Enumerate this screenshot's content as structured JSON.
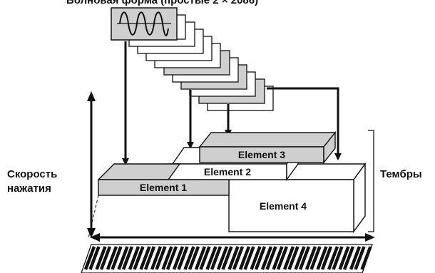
{
  "diagram": {
    "waveform_title": "Волновая форма (простые 2 × 2086)",
    "velocity_label_line1": "Скорость",
    "velocity_label_line2": "нажатия",
    "voices_label": "Тембры",
    "elements": {
      "e1": "Element 1",
      "e2": "Element 2",
      "e3": "Element 3",
      "e4": "Element 4"
    },
    "icons": [
      "sine-wave-icon",
      "keyboard-icon"
    ],
    "colors": {
      "grey": "#cfcfcf",
      "ink": "#111111",
      "white": "#ffffff"
    }
  }
}
